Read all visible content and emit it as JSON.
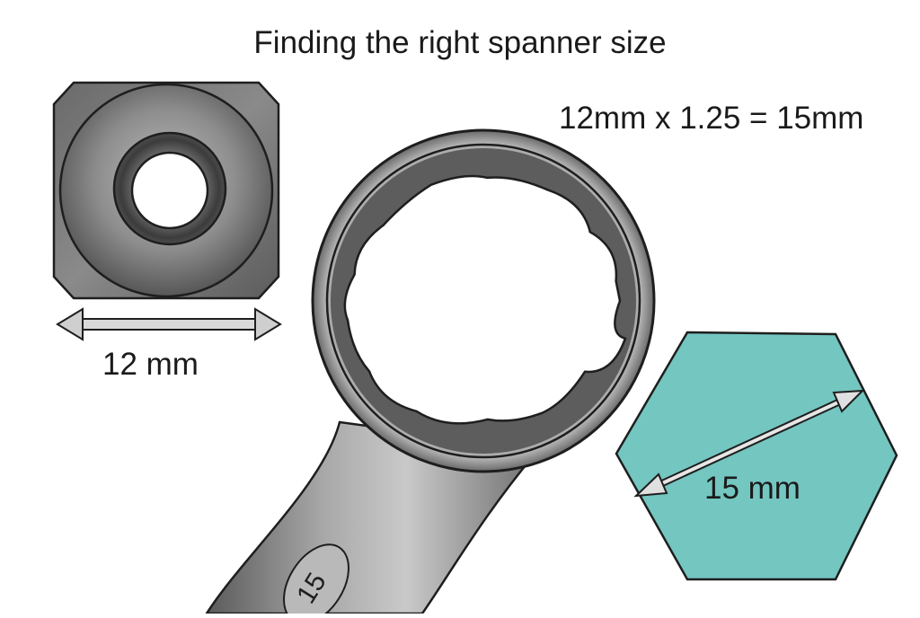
{
  "title": "Finding the right spanner size",
  "formula": "12mm x 1.25 = 15mm",
  "square_nut": {
    "dimension_label": "12 mm"
  },
  "hexagon": {
    "dimension_label": "15 mm",
    "fill_color": "#74c6c0"
  },
  "spanner": {
    "stamped_size": "15"
  },
  "colors": {
    "outline": "#1e1e1e",
    "metal_dark": "#4a4a4a",
    "metal_mid": "#8a8a8a",
    "metal_light": "#d2d2d2",
    "hex_fill": "#74c6c0"
  }
}
